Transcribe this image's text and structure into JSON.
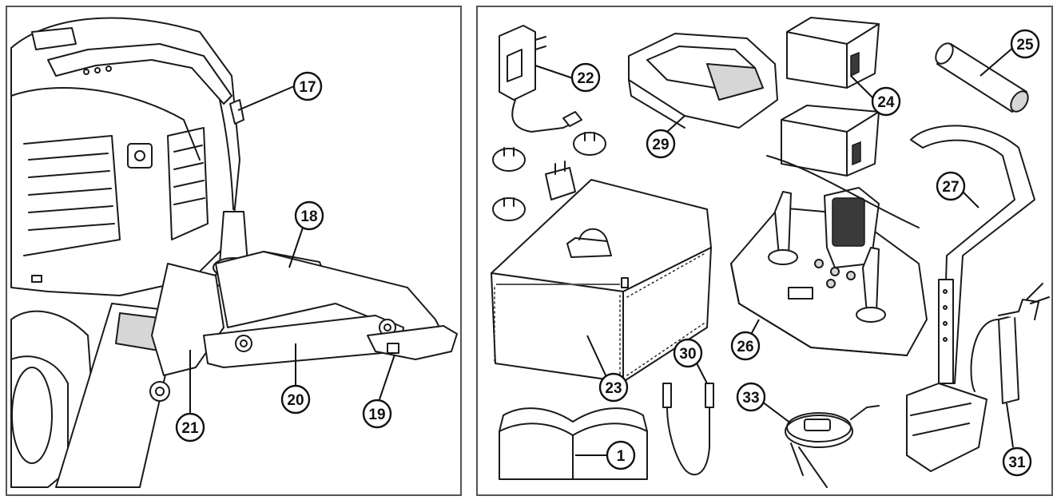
{
  "diagram": {
    "left_panel": {
      "callouts": [
        {
          "id": "17",
          "label": "17"
        },
        {
          "id": "18",
          "label": "18"
        },
        {
          "id": "19",
          "label": "19"
        },
        {
          "id": "20",
          "label": "20"
        },
        {
          "id": "21",
          "label": "21"
        }
      ]
    },
    "right_panel": {
      "callouts": [
        {
          "id": "22",
          "label": "22"
        },
        {
          "id": "29",
          "label": "29"
        },
        {
          "id": "24",
          "label": "24"
        },
        {
          "id": "25",
          "label": "25"
        },
        {
          "id": "27",
          "label": "27"
        },
        {
          "id": "23",
          "label": "23"
        },
        {
          "id": "26",
          "label": "26"
        },
        {
          "id": "30",
          "label": "30"
        },
        {
          "id": "33",
          "label": "33"
        },
        {
          "id": "1",
          "label": "1"
        },
        {
          "id": "31",
          "label": "31"
        }
      ]
    }
  },
  "colors": {
    "line": "#1a1a1a",
    "background": "#ffffff",
    "frame": "#555555"
  }
}
